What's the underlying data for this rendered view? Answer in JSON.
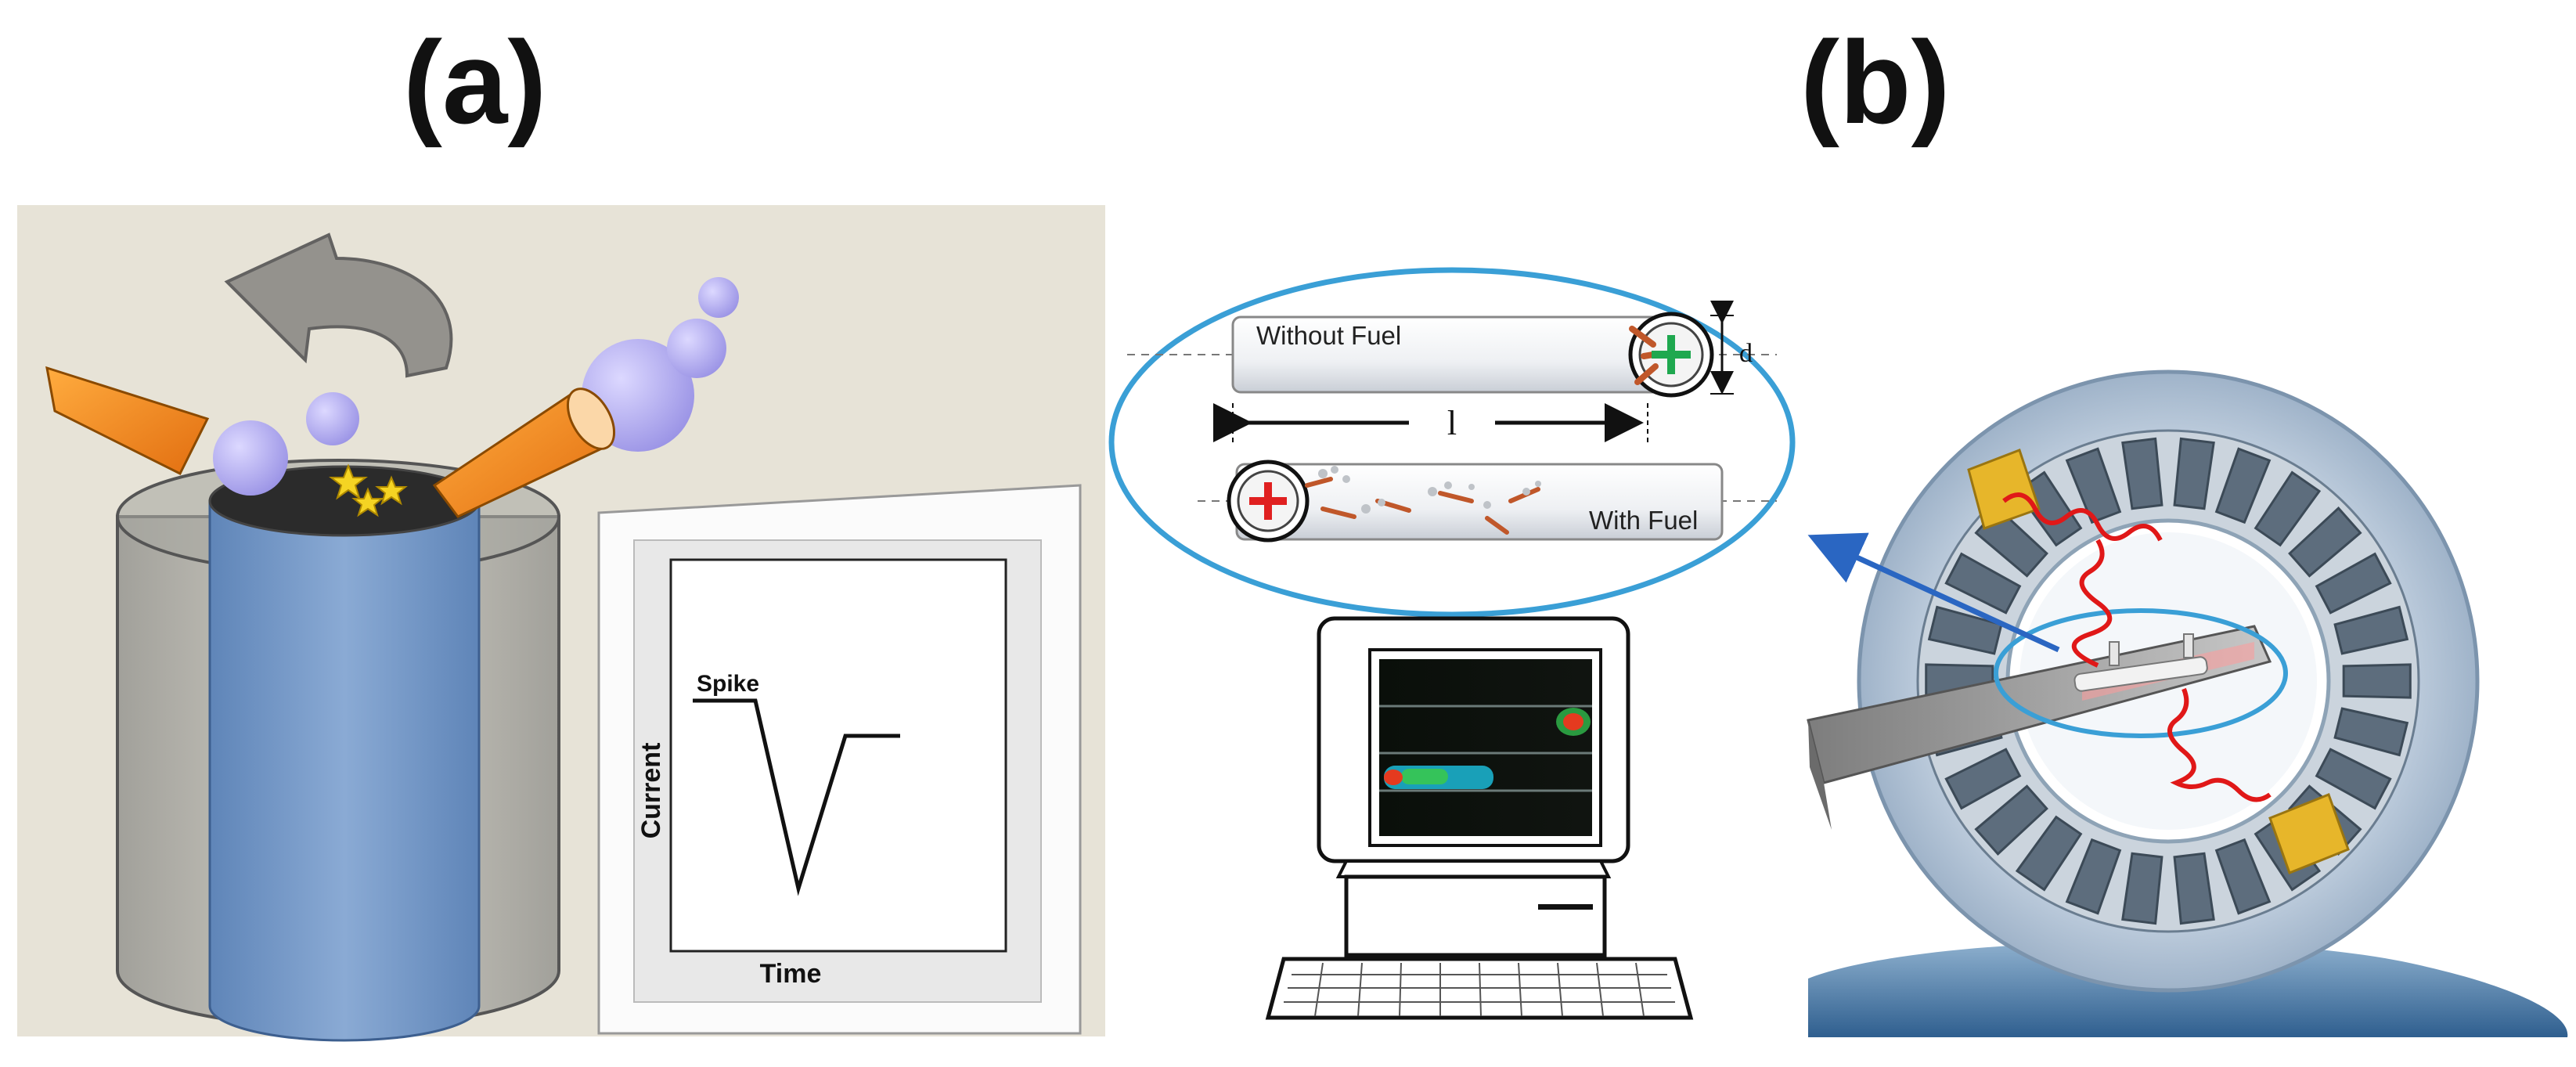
{
  "panels": {
    "a": {
      "label": "(a)",
      "plot": {
        "ylabel": "Current",
        "xlabel": "Time",
        "annotation": "Spike"
      }
    },
    "b": {
      "label": "(b)",
      "tubes": {
        "top_text": "Without Fuel",
        "bottom_text": "With Fuel",
        "length_symbol": "l",
        "diameter_symbol": "d"
      }
    }
  },
  "colors": {
    "ellipse_outline": "#3a9fd6",
    "cylinder_inner": "#6f93c4",
    "cone": "#f08a1e",
    "sphere": "#b4aff0",
    "magnet_pole": "#e7b62a",
    "laser": "#e01818",
    "arrow_blue": "#2a66c2",
    "plus_green": "#1fa84f",
    "plus_red": "#e02020"
  }
}
